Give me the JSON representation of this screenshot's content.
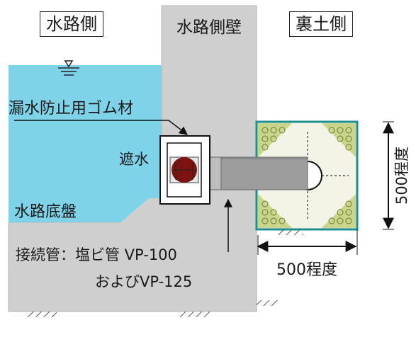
{
  "labels": {
    "channel_side": "水路側",
    "channel_wall": "水路側壁",
    "backfill_side": "裏土側",
    "rubber_material": "漏水防止用ゴム材",
    "water_stop": "遮水",
    "channel_bottom": "水路底盤",
    "pipe_line1": "接続管：塩ビ管 VP-100",
    "pipe_line2": "およびVP-125",
    "dim_vertical": "500程度",
    "dim_horizontal": "500程度"
  },
  "colors": {
    "water": "#7fd3e9",
    "concrete": "#cfcfcf",
    "pipe": "#9d9d9d",
    "gravel": "#c9d58a",
    "rubber": "#7b1410",
    "box_border": "#1d8f8f"
  },
  "icons": [
    "water-level-icon",
    "ground-hatch-icon",
    "dimension-arrow-icon"
  ]
}
